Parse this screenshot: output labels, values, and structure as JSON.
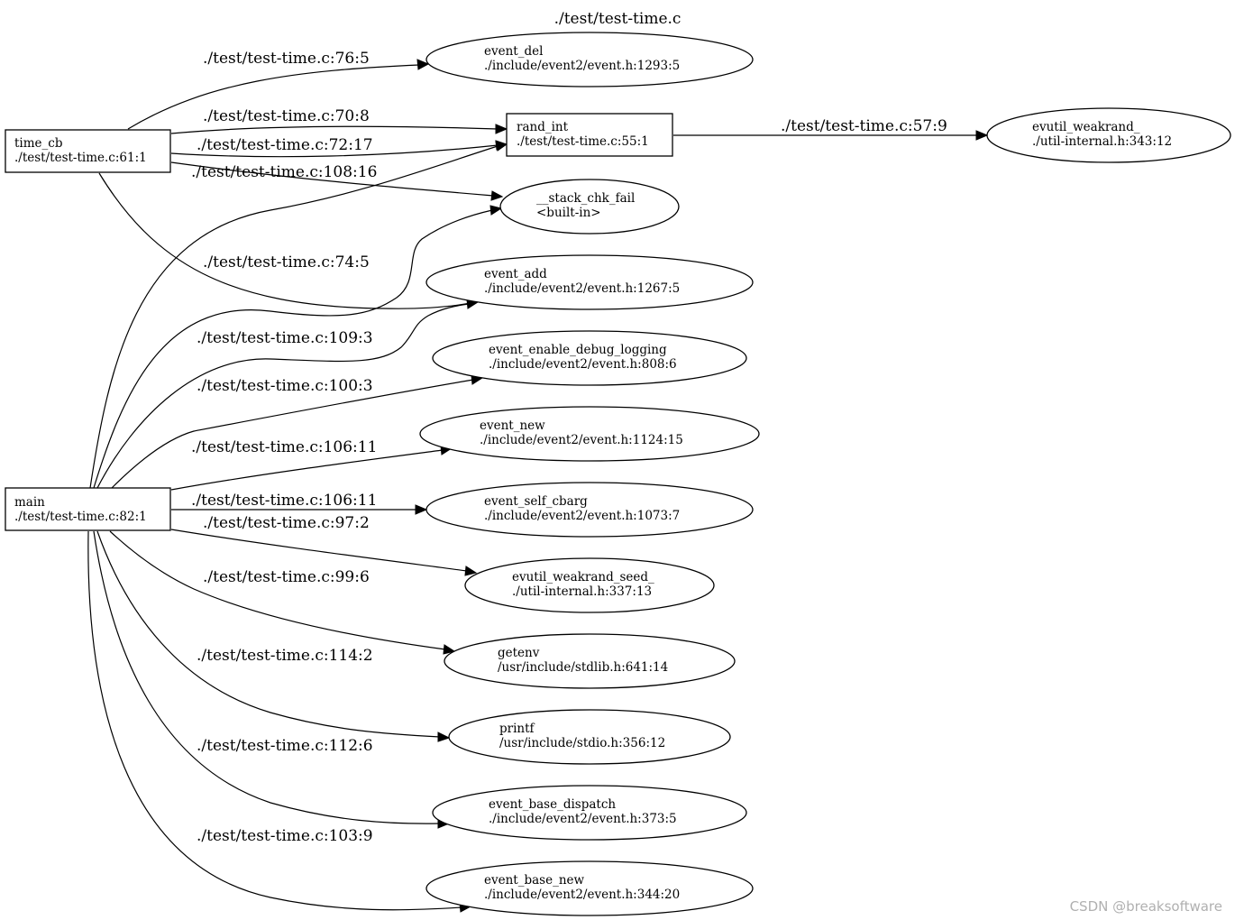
{
  "graph": {
    "title": "./test/test-time.c",
    "nodes": [
      {
        "id": "time_cb",
        "shape": "box",
        "name": "time_cb",
        "location": "./test/test-time.c:61:1"
      },
      {
        "id": "main",
        "shape": "box",
        "name": "main",
        "location": "./test/test-time.c:82:1"
      },
      {
        "id": "rand_int",
        "shape": "box",
        "name": "rand_int",
        "location": "./test/test-time.c:55:1"
      },
      {
        "id": "event_del",
        "shape": "ellipse",
        "name": "event_del",
        "location": "./include/event2/event.h:1293:5"
      },
      {
        "id": "evutil_weakrand_",
        "shape": "ellipse",
        "name": "evutil_weakrand_",
        "location": "./util-internal.h:343:12"
      },
      {
        "id": "__stack_chk_fail",
        "shape": "ellipse",
        "name": "__stack_chk_fail",
        "location": "<built-in>"
      },
      {
        "id": "event_add",
        "shape": "ellipse",
        "name": "event_add",
        "location": "./include/event2/event.h:1267:5"
      },
      {
        "id": "event_enable_debug_logging",
        "shape": "ellipse",
        "name": "event_enable_debug_logging",
        "location": "./include/event2/event.h:808:6"
      },
      {
        "id": "event_new",
        "shape": "ellipse",
        "name": "event_new",
        "location": "./include/event2/event.h:1124:15"
      },
      {
        "id": "event_self_cbarg",
        "shape": "ellipse",
        "name": "event_self_cbarg",
        "location": "./include/event2/event.h:1073:7"
      },
      {
        "id": "evutil_weakrand_seed_",
        "shape": "ellipse",
        "name": "evutil_weakrand_seed_",
        "location": "./util-internal.h:337:13"
      },
      {
        "id": "getenv",
        "shape": "ellipse",
        "name": "getenv",
        "location": "/usr/include/stdlib.h:641:14"
      },
      {
        "id": "printf",
        "shape": "ellipse",
        "name": "printf",
        "location": "/usr/include/stdio.h:356:12"
      },
      {
        "id": "event_base_dispatch",
        "shape": "ellipse",
        "name": "event_base_dispatch",
        "location": "./include/event2/event.h:373:5"
      },
      {
        "id": "event_base_new",
        "shape": "ellipse",
        "name": "event_base_new",
        "location": "./include/event2/event.h:344:20"
      }
    ],
    "edges": [
      {
        "from": "time_cb",
        "to": "event_del",
        "label": "./test/test-time.c:76:5"
      },
      {
        "from": "time_cb",
        "to": "rand_int",
        "label": "./test/test-time.c:70:8"
      },
      {
        "from": "time_cb",
        "to": "rand_int",
        "label": "./test/test-time.c:72:17"
      },
      {
        "from": "time_cb",
        "to": "__stack_chk_fail",
        "label": "./test/test-time.c:108:16"
      },
      {
        "from": "time_cb",
        "to": "event_add",
        "label": "./test/test-time.c:74:5"
      },
      {
        "from": "rand_int",
        "to": "evutil_weakrand_",
        "label": "./test/test-time.c:57:9"
      },
      {
        "from": "main",
        "to": "rand_int",
        "label": ""
      },
      {
        "from": "main",
        "to": "__stack_chk_fail",
        "label": ""
      },
      {
        "from": "main",
        "to": "event_add",
        "label": "./test/test-time.c:109:3"
      },
      {
        "from": "main",
        "to": "event_enable_debug_logging",
        "label": "./test/test-time.c:100:3"
      },
      {
        "from": "main",
        "to": "event_new",
        "label": "./test/test-time.c:106:11"
      },
      {
        "from": "main",
        "to": "event_self_cbarg",
        "label": "./test/test-time.c:106:11"
      },
      {
        "from": "main",
        "to": "evutil_weakrand_seed_",
        "label": "./test/test-time.c:97:2"
      },
      {
        "from": "main",
        "to": "getenv",
        "label": "./test/test-time.c:99:6"
      },
      {
        "from": "main",
        "to": "printf",
        "label": "./test/test-time.c:114:2"
      },
      {
        "from": "main",
        "to": "event_base_dispatch",
        "label": "./test/test-time.c:112:6"
      },
      {
        "from": "main",
        "to": "event_base_new",
        "label": "./test/test-time.c:103:9"
      }
    ]
  },
  "watermark": "CSDN @breaksoftware"
}
